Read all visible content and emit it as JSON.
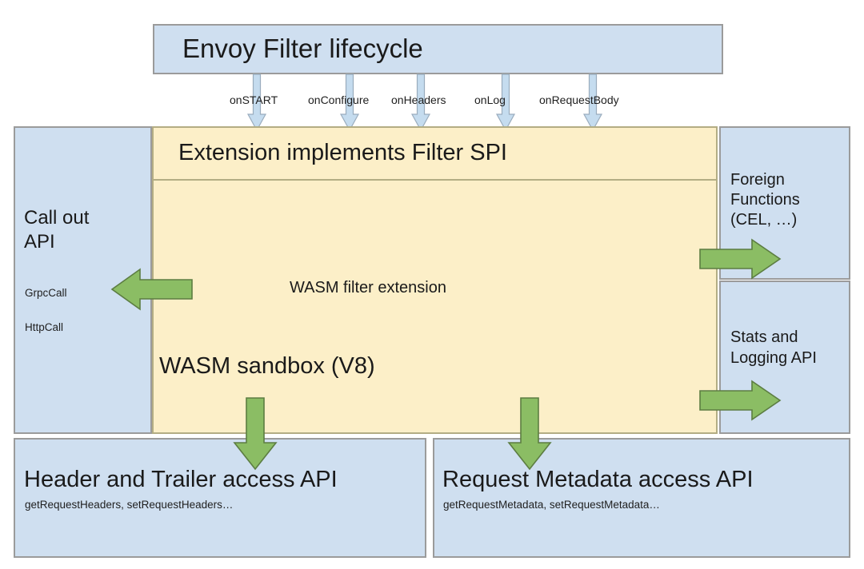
{
  "diagram": {
    "header": {
      "title": "Envoy Filter lifecycle"
    },
    "lifecycle_hooks": [
      {
        "label": "onSTART"
      },
      {
        "label": "onConfigure"
      },
      {
        "label": "onHeaders"
      },
      {
        "label": "onLog"
      },
      {
        "label": "onRequestBody"
      }
    ],
    "center": {
      "spi_title": "Extension implements Filter SPI",
      "extension_label": "WASM filter extension",
      "sandbox_label": "WASM sandbox (V8)"
    },
    "left_panel": {
      "title_line1": "Call out",
      "title_line2": "API",
      "api_items": [
        {
          "label": "GrpcCall"
        },
        {
          "label": "HttpCall"
        }
      ]
    },
    "right_panels": [
      {
        "title_line1": "Foreign",
        "title_line2": "Functions",
        "title_line3": "(CEL, …)"
      },
      {
        "title_line1": "Stats and",
        "title_line2": "Logging API"
      }
    ],
    "bottom_panels": [
      {
        "title": "Header and Trailer access API",
        "subtitle": "getRequestHeaders, setRequestHeaders…"
      },
      {
        "title": "Request Metadata access API",
        "subtitle": "getRequestMetadata, setRequestMetadata…"
      }
    ],
    "colors": {
      "panel_blue": "#cfdff0",
      "panel_yellow": "#fcefc8",
      "panel_border_grey": "#9b9b9b",
      "panel_border_olive": "#b3ad84",
      "arrow_green": "#8bbd64",
      "arrow_green_border": "#5c7d42",
      "arrow_grey_blue": "#c5dcef",
      "text_dark": "#1a1a1a",
      "background": "#ffffff"
    }
  }
}
